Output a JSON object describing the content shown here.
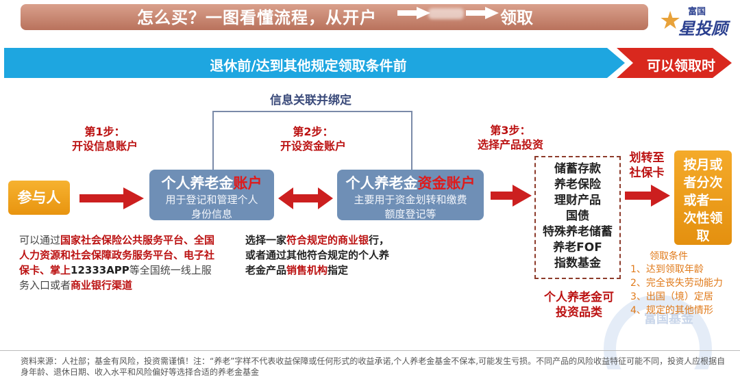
{
  "title": {
    "main": "怎么买？一图看懂流程，从开户",
    "tail": "领取"
  },
  "logo": {
    "sub": "富国",
    "main": "星投顾"
  },
  "phases": {
    "before": "退休前/达到其他规定领取条件前",
    "after": "可以领取时"
  },
  "link_label": "信息关联并绑定",
  "participant": "参与人",
  "steps": [
    {
      "num": "第1步：",
      "action": "开设信息账户"
    },
    {
      "num": "第2步：",
      "action": "开设资金账户"
    },
    {
      "num": "第3步：",
      "action": "选择产品投资"
    }
  ],
  "info_account": {
    "title_plain": "个人养老金",
    "title_red": "账户",
    "desc_1": "用于登记和管理个人",
    "desc_2": "身份信息"
  },
  "fund_account": {
    "title_plain": "个人养老金",
    "title_red": "资金账户",
    "desc_1": "主要用于资金划转和缴费",
    "desc_2": "额度登记等"
  },
  "products": [
    "储蓄存款",
    "养老保险",
    "理财产品",
    "国债",
    "特殊养老储蓄",
    "养老FOF",
    "指数基金"
  ],
  "products_caption_1": "个人养老金可",
  "products_caption_2": "投资品类",
  "transfer_label_1": "划转至",
  "transfer_label_2": "社保卡",
  "claim": [
    "按月或",
    "者分次",
    "或者一",
    "次性领",
    "取"
  ],
  "conditions": {
    "title": "领取条件",
    "items": [
      "1、达到领取年龄",
      "2、完全丧失劳动能力",
      "3、出国（境）定居",
      "4、规定的其他情形"
    ]
  },
  "note_left": {
    "p1": "可以通过",
    "h1": "国家社会保险公共服务平台、全国人力资源和社会保障政务服务平台、电子社保卡、掌上",
    "b1": "12333APP",
    "p2": "等全国统一线上服务入口或者",
    "h2": "商业银行渠道"
  },
  "note_mid": {
    "p1": "选择一家",
    "h1": "符合规定的商业银",
    "p2": "行，或者通过其他符合规定的个人养老金产品",
    "h2": "销售机构",
    "p3": "指定"
  },
  "watermark": "富国基金",
  "footer": "资料来源：人社部；基金有风险，投资需谨慎！注：“养老”字样不代表收益保障或任何形式的收益承诺,个人养老金基金不保本,可能发生亏损。不同产品的风险收益特征可能不同，投资人应根据自身年龄、退休日期、收入水平和风险偏好等选择合适的养老金基金",
  "colors": {
    "phase_blue": "#1ea6e0",
    "phase_red": "#d9281e",
    "arrow_red": "#cc1f1f",
    "box_blue": "#6f8fb6",
    "orange": "#f0a020"
  }
}
